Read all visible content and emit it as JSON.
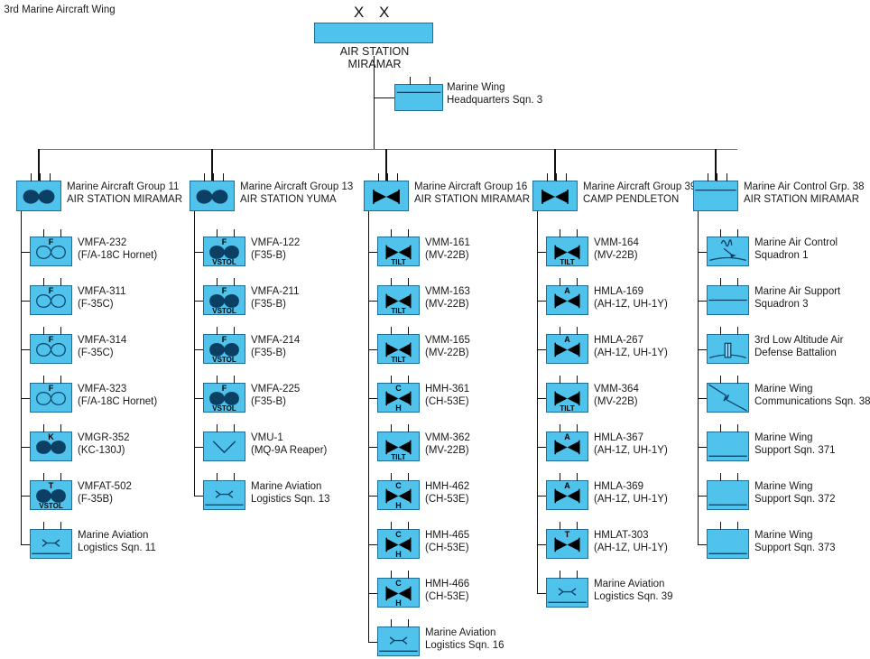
{
  "diagram": {
    "title": "3rd Marine Aircraft Wing",
    "echelon_marks": "X X",
    "root": {
      "name": "3rd Marine Aircraft Wing",
      "station": "AIR STATION MIRAMAR",
      "icon": "wing-box-icon"
    },
    "headquarters": {
      "l1": "Marine Wing",
      "l2": "Headquarters Sqn. 3",
      "icon": "headquarters-box-icon"
    },
    "colors": {
      "fill": "#4fc3ec",
      "border": "#1c6f99",
      "line": "#111111",
      "bus_line": "#6d6d6d",
      "text": "#1a1a1a"
    },
    "groups": [
      {
        "name": "Marine Aircraft Group 11",
        "station": "AIR STATION MIRAMAR",
        "icon": "fixed-wing-icon",
        "units": [
          {
            "l1": "VMFA-232",
            "l2": "(F/A-18C Hornet)",
            "icon": "fighter-fixed-wing-icon",
            "top": "F"
          },
          {
            "l1": "VMFA-311",
            "l2": "(F-35C)",
            "icon": "fighter-fixed-wing-icon",
            "top": "F"
          },
          {
            "l1": "VMFA-314",
            "l2": "(F-35C)",
            "icon": "fighter-fixed-wing-icon",
            "top": "F"
          },
          {
            "l1": "VMFA-323",
            "l2": "(F/A-18C Hornet)",
            "icon": "fighter-fixed-wing-icon",
            "top": "F"
          },
          {
            "l1": "VMGR-352",
            "l2": "(KC-130J)",
            "icon": "tanker-fixed-wing-icon",
            "top": "K"
          },
          {
            "l1": "VMFAT-502",
            "l2": "(F-35B)",
            "icon": "training-vstol-icon",
            "top": "T",
            "bottom": "VSTOL"
          },
          {
            "l1": "Marine Aviation",
            "l2": "Logistics Sqn. 11",
            "icon": "aviation-logistics-icon"
          }
        ]
      },
      {
        "name": "Marine Aircraft Group 13",
        "station": "AIR STATION YUMA",
        "icon": "fixed-wing-icon",
        "units": [
          {
            "l1": "VMFA-122",
            "l2": "(F35-B)",
            "icon": "fighter-vstol-icon",
            "top": "F",
            "bottom": "VSTOL"
          },
          {
            "l1": "VMFA-211",
            "l2": "(F35-B)",
            "icon": "fighter-vstol-icon",
            "top": "F",
            "bottom": "VSTOL"
          },
          {
            "l1": "VMFA-214",
            "l2": "(F35-B)",
            "icon": "fighter-vstol-icon",
            "top": "F",
            "bottom": "VSTOL"
          },
          {
            "l1": "VMFA-225",
            "l2": "(F35-B)",
            "icon": "fighter-vstol-icon",
            "top": "F",
            "bottom": "VSTOL"
          },
          {
            "l1": "VMU-1",
            "l2": "(MQ-9A Reaper)",
            "icon": "unmanned-aerial-icon"
          },
          {
            "l1": "Marine Aviation",
            "l2": "Logistics Sqn. 13",
            "icon": "aviation-logistics-icon"
          }
        ]
      },
      {
        "name": "Marine Aircraft Group 16",
        "station": "AIR STATION MIRAMAR",
        "icon": "rotary-wing-icon",
        "units": [
          {
            "l1": "VMM-161",
            "l2": "(MV-22B)",
            "icon": "tiltrotor-icon",
            "bottom": "TILT"
          },
          {
            "l1": "VMM-163",
            "l2": "(MV-22B)",
            "icon": "tiltrotor-icon",
            "bottom": "TILT"
          },
          {
            "l1": "VMM-165",
            "l2": "(MV-22B)",
            "icon": "tiltrotor-icon",
            "bottom": "TILT"
          },
          {
            "l1": "HMH-361",
            "l2": "(CH-53E)",
            "icon": "heavy-helicopter-icon",
            "top": "C",
            "bottom": "H"
          },
          {
            "l1": "VMM-362",
            "l2": "(MV-22B)",
            "icon": "tiltrotor-icon",
            "bottom": "TILT"
          },
          {
            "l1": "HMH-462",
            "l2": "(CH-53E)",
            "icon": "heavy-helicopter-icon",
            "top": "C",
            "bottom": "H"
          },
          {
            "l1": "HMH-465",
            "l2": "(CH-53E)",
            "icon": "heavy-helicopter-icon",
            "top": "C",
            "bottom": "H"
          },
          {
            "l1": "HMH-466",
            "l2": "(CH-53E)",
            "icon": "heavy-helicopter-icon",
            "top": "C",
            "bottom": "H"
          },
          {
            "l1": "Marine Aviation",
            "l2": "Logistics Sqn. 16",
            "icon": "aviation-logistics-icon"
          }
        ]
      },
      {
        "name": "Marine Aircraft Group 39",
        "station": "CAMP PENDLETON",
        "icon": "rotary-wing-icon",
        "units": [
          {
            "l1": "VMM-164",
            "l2": "(MV-22B)",
            "icon": "tiltrotor-icon",
            "bottom": "TILT"
          },
          {
            "l1": "HMLA-169",
            "l2": "(AH-1Z, UH-1Y)",
            "icon": "attack-helicopter-icon",
            "top": "A"
          },
          {
            "l1": "HMLA-267",
            "l2": "(AH-1Z, UH-1Y)",
            "icon": "attack-helicopter-icon",
            "top": "A"
          },
          {
            "l1": "VMM-364",
            "l2": "(MV-22B)",
            "icon": "tiltrotor-icon",
            "bottom": "TILT"
          },
          {
            "l1": "HMLA-367",
            "l2": "(AH-1Z, UH-1Y)",
            "icon": "attack-helicopter-icon",
            "top": "A"
          },
          {
            "l1": "HMLA-369",
            "l2": "(AH-1Z, UH-1Y)",
            "icon": "attack-helicopter-icon",
            "top": "A"
          },
          {
            "l1": "HMLAT-303",
            "l2": "(AH-1Z, UH-1Y)",
            "icon": "training-helicopter-icon",
            "top": "T"
          },
          {
            "l1": "Marine Aviation",
            "l2": "Logistics Sqn. 39",
            "icon": "aviation-logistics-icon"
          }
        ]
      },
      {
        "name": "Marine Air Control Grp. 38",
        "station": "AIR STATION MIRAMAR",
        "icon": "air-control-group-icon",
        "units": [
          {
            "l1": "Marine Air Control",
            "l2": "Squadron 1",
            "icon": "air-control-radar-icon"
          },
          {
            "l1": "Marine Air Support",
            "l2": "Squadron 3",
            "icon": "air-support-icon"
          },
          {
            "l1": "3rd Low Altitude Air",
            "l2": "Defense Battalion",
            "icon": "air-defense-missile-icon"
          },
          {
            "l1": "Marine Wing",
            "l2": "Communications Sqn. 38",
            "icon": "signal-communications-icon"
          },
          {
            "l1": "Marine Wing",
            "l2": "Support Sqn. 371",
            "icon": "wing-support-icon"
          },
          {
            "l1": "Marine Wing",
            "l2": "Support Sqn. 372",
            "icon": "wing-support-icon"
          },
          {
            "l1": "Marine Wing",
            "l2": "Support Sqn. 373",
            "icon": "wing-support-icon"
          }
        ]
      }
    ]
  }
}
